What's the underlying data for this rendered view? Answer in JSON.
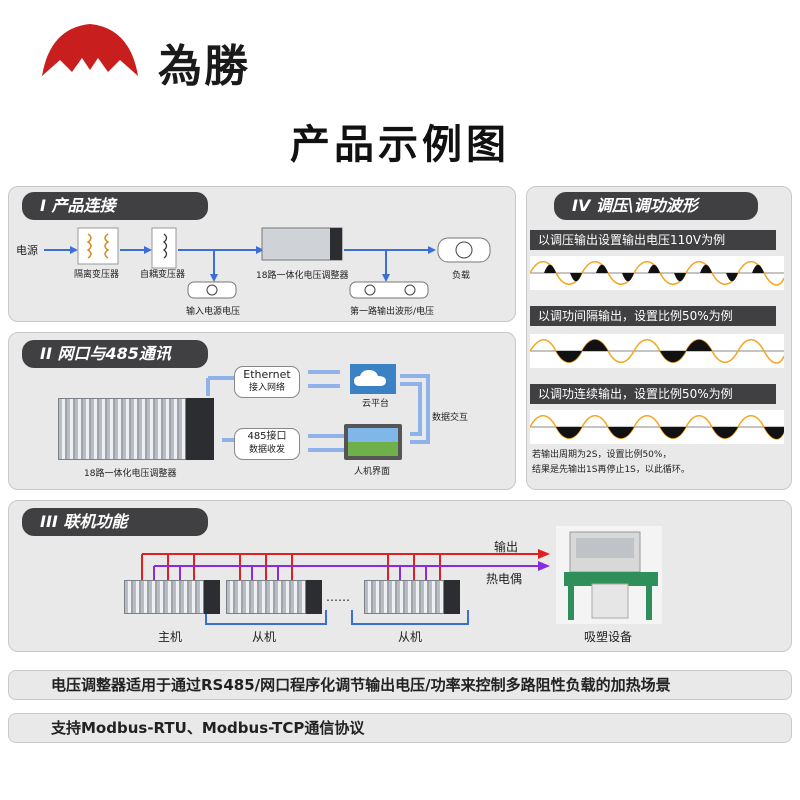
{
  "brand": {
    "name": "為勝"
  },
  "title": "产品示例图",
  "s1": {
    "title": "I 产品连接",
    "power": "电源",
    "iso": "隔离变压器",
    "auto": "自耦变压器",
    "regulator": "18路一体化电压调整器",
    "load": "负载",
    "in_v": "输入电源电压",
    "out_v": "第一路输出波形/电压"
  },
  "s2": {
    "title": "II 网口与485通讯",
    "eth": "Ethernet",
    "eth_sub": "接入网络",
    "p485": "485接口",
    "p485_sub": "数据收发",
    "cloud": "云平台",
    "hmi": "人机界面",
    "data": "数据交互",
    "regulator": "18路一体化电压调整器"
  },
  "s3": {
    "title": "III 联机功能",
    "out": "输出",
    "tc": "热电偶",
    "master": "主机",
    "slave": "从机",
    "dots": "……",
    "equip": "吸塑设备"
  },
  "s4": {
    "title": "IV 调压\\调功波形",
    "l1": "以调压输出设置输出电压110V为例",
    "l2": "以调功间隔输出，设置比例50%为例",
    "l3": "以调功连续输出，设置比例50%为例",
    "n1": "若输出周期为2S，设置比例50%，",
    "n2": "结果是先输出1S再停止1S，以此循环。"
  },
  "bottom": {
    "line1": "电压调整器适用于通过RS485/网口程序化调节输出电压/功率来控制多路阻性负载的加热场景",
    "line2": "支持Modbus-RTU、Modbus-TCP通信协议"
  },
  "colors": {
    "red": "#e02020",
    "blue": "#3a6fd8",
    "purple": "#8a2be2",
    "orange": "#f5a623",
    "dark": "#404042"
  }
}
